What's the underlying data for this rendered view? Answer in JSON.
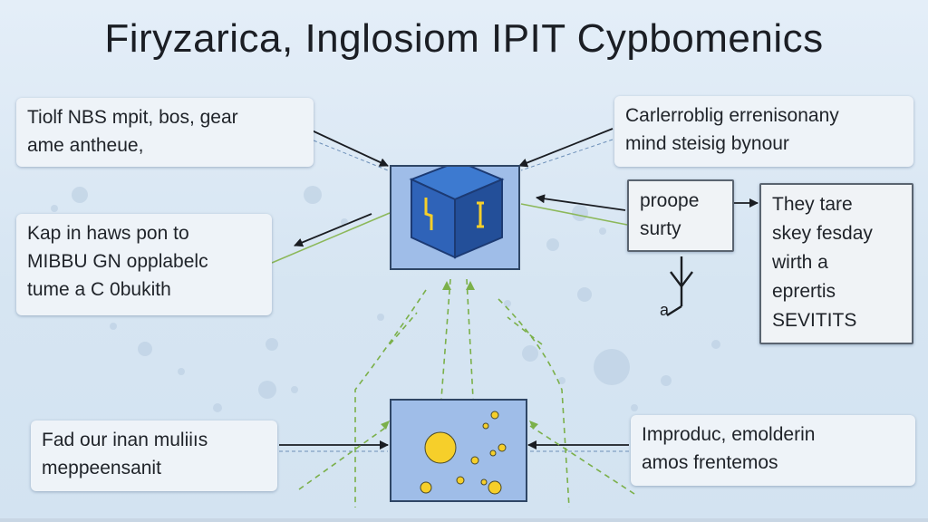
{
  "title": "Firyzarica, Inglosiom IPIT Cypbomenics",
  "boxes": {
    "top_left": [
      "Tiolf NBS mpit, bos, gear",
      "ame antheue,"
    ],
    "mid_left": [
      "Kap in haws pon to",
      "MIBBU GN opplabelc",
      "tume a C 0bukith"
    ],
    "bottom_left": [
      "Fad our inan muliiıs",
      "meppeensanit"
    ],
    "top_right": [
      "Carlerroblig errenisonany",
      "mind steisig bynour"
    ],
    "proope": [
      "proope",
      "surty"
    ],
    "far_right": [
      "They tare",
      "skey fesday",
      "wirth a",
      "eprertis",
      "SEVITITS"
    ],
    "bottom_right": [
      "Improduc, emolderin",
      "amos frentemos"
    ]
  },
  "colors": {
    "cube_front": "#2f63b8",
    "cube_top": "#3d7ad0",
    "cube_side": "#234f99",
    "circle_fill": "#f6cf2a",
    "arrow": "#1a1d22",
    "green_line": "#8cb85a",
    "green_dash": "#7bb04a"
  },
  "icons": [
    "cube-icon",
    "circles-icon",
    "down-arrow-icon"
  ]
}
